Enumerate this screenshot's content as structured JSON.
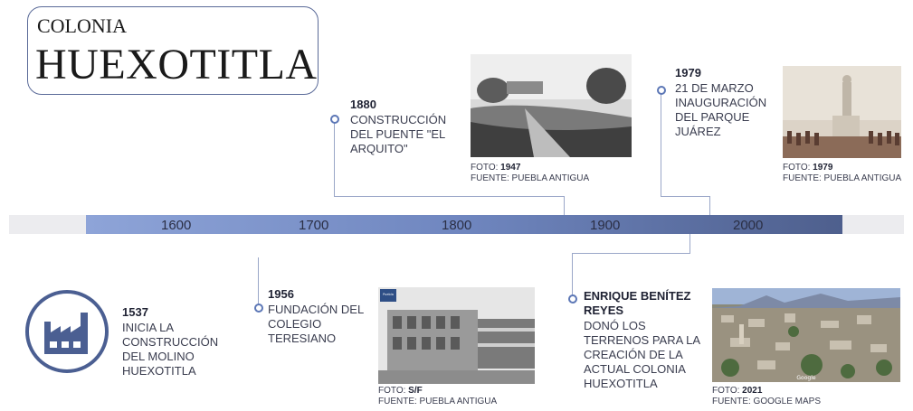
{
  "header": {
    "subtitle": "COLONIA",
    "title": "HUEXOTITLA"
  },
  "timeline": {
    "decades": [
      "1600",
      "1700",
      "1800",
      "1900",
      "2000"
    ]
  },
  "events": [
    {
      "year": "1880",
      "lines": [
        "CONSTRUCCIÓN",
        "DEL PUENTE \"EL",
        "ARQUITO\""
      ]
    },
    {
      "year": "1979",
      "lines": [
        "21 DE MARZO",
        "INAUGURACIÓN",
        "DEL PARQUE",
        "JUÁREZ"
      ]
    },
    {
      "year": "1537",
      "lines": [
        "INICIA LA",
        "CONSTRUCCIÓN",
        "DEL MOLINO",
        "HUEXOTITLA"
      ]
    },
    {
      "year": "1956",
      "lines": [
        "FUNDACIÓN DEL",
        "COLEGIO",
        "TERESIANO"
      ]
    },
    {
      "year": "ENRIQUE BENÍTEZ",
      "year2": "REYES",
      "lines": [
        "DONÓ LOS",
        "TERRENOS PARA LA",
        "CREACIÓN DE LA",
        "ACTUAL COLONIA",
        "HUEXOTITLA"
      ]
    }
  ],
  "photos": [
    {
      "foto_label": "FOTO: ",
      "foto_value": "1947",
      "source": "FUENTE: PUEBLA ANTIGUA"
    },
    {
      "foto_label": "FOTO: ",
      "foto_value": "1979",
      "source": "FUENTE: PUEBLA ANTIGUA"
    },
    {
      "foto_label": "FOTO: ",
      "foto_value": "S/F",
      "source": "FUENTE: PUEBLA ANTIGUA",
      "logo_text": "Puebla Antigua"
    },
    {
      "foto_label": "FOTO: ",
      "foto_value": "2021",
      "source": "FUENTE: GOOGLE MAPS",
      "watermark": "Google"
    }
  ],
  "icons": {
    "factory": "factory-icon"
  },
  "colors": {
    "accent": "#5c77b6",
    "bar_start": "#8ea4d8",
    "bar_end": "#4e5f8d",
    "icon_blue": "#4b5f92"
  }
}
